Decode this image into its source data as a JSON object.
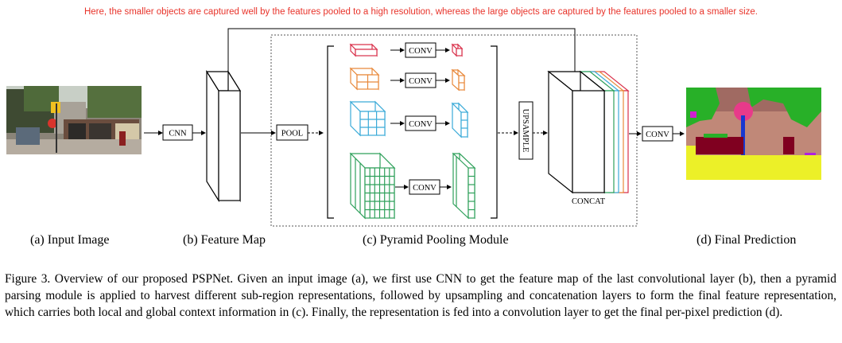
{
  "annotation": {
    "text": "Here, the smaller objects are captured well by the features pooled to a high resolution, whereas the large objects are captured by the features pooled to a smaller size.",
    "color": "#e8332a"
  },
  "nodes": {
    "cnn": "CNN",
    "pool": "POOL",
    "conv": "CONV",
    "upsample": "UPSAMPLE",
    "concat": "CONCAT"
  },
  "captions": {
    "a": "(a) Input Image",
    "b": "(b) Feature Map",
    "c": "(c) Pyramid Pooling Module",
    "d": "(d) Final Prediction"
  },
  "figure_caption": "Figure 3. Overview of our proposed PSPNet. Given an input image (a), we first use CNN to get the feature map of the last convolutional layer (b), then a pyramid parsing module is applied to harvest different sub-region representations, followed by upsampling and concatenation layers to form the final feature representation, which carries both local and global context information in (c). Finally, the representation is fed into a convolution layer to get the final per-pixel prediction (d).",
  "colors": {
    "level1": "#d9304a",
    "level2": "#e8883a",
    "level3": "#3aaad8",
    "level4": "#2ea05a"
  }
}
